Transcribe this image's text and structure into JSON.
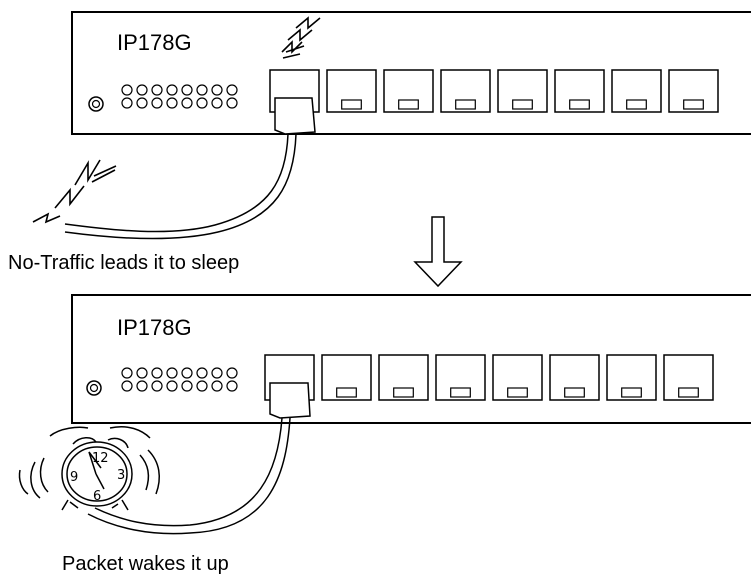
{
  "top_panel": {
    "model": "IP178G",
    "snore": "NNN",
    "cable_snore": "NNN",
    "caption": "No-Traffic leads it to sleep"
  },
  "transition": {
    "arrow_icon": "down-arrow-icon"
  },
  "bottom_panel": {
    "model": "IP178G",
    "caption": "Packet wakes it up",
    "alarm_clock": {
      "icon": "alarm-clock-icon",
      "numbers": [
        "12",
        "3",
        "6",
        "9"
      ]
    }
  },
  "colors": {
    "stroke": "#000000",
    "background": "#ffffff"
  }
}
